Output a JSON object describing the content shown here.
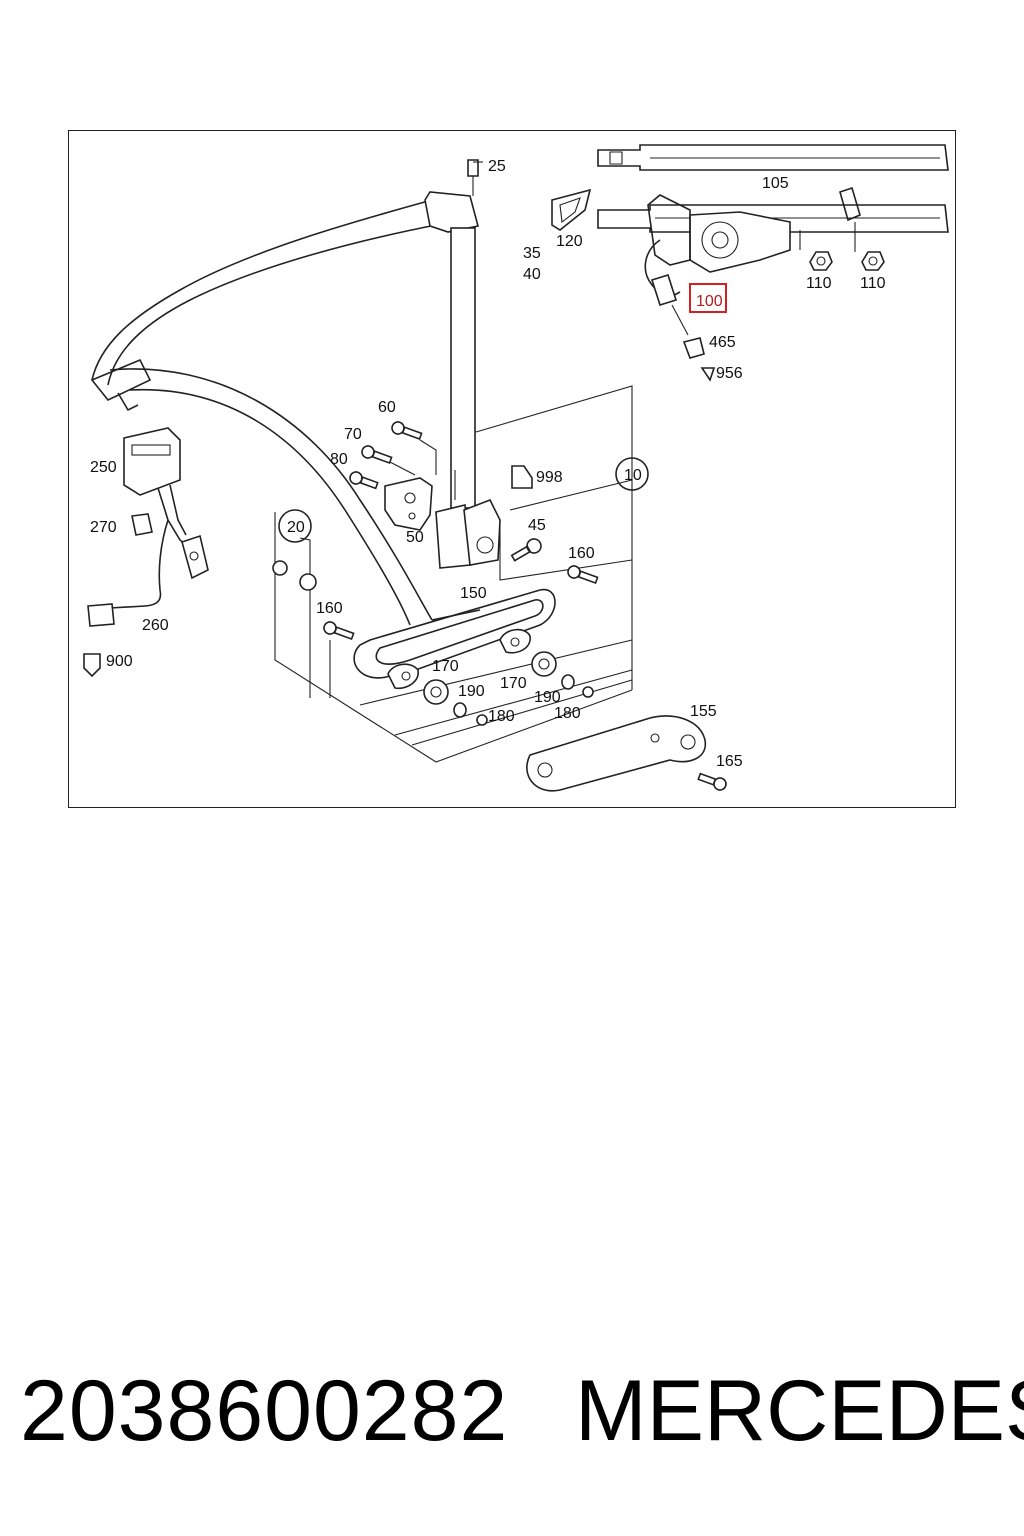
{
  "callouts": {
    "c25": "25",
    "c35": "35",
    "c40": "40",
    "c105": "105",
    "c120": "120",
    "c110a": "110",
    "c110b": "110",
    "c100": "100",
    "c465": "465",
    "c956": "956",
    "c60": "60",
    "c70": "70",
    "c80": "80",
    "c50": "50",
    "c998": "998",
    "c10": "10",
    "c45": "45",
    "c250": "250",
    "c270": "270",
    "c260": "260",
    "c900": "900",
    "c20": "20",
    "c160a": "160",
    "c160b": "160",
    "c150": "150",
    "c170a": "170",
    "c170b": "170",
    "c190a": "190",
    "c190b": "190",
    "c180a": "180",
    "c180b": "180",
    "c155": "155",
    "c165": "165"
  },
  "highlight": {
    "part": "100",
    "color": "#d42020"
  },
  "footer": {
    "part_number": "2038600282",
    "brand": "MERCEDES"
  }
}
